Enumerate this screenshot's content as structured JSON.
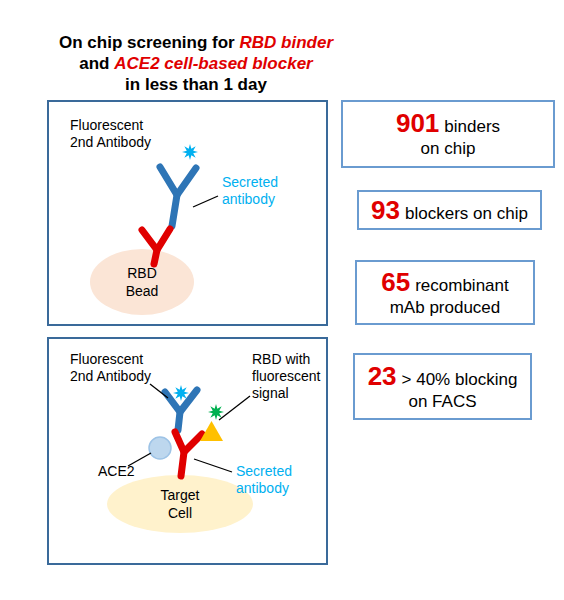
{
  "diagram": {
    "title": "On chip screening for RBD binder and ACE2 cell-based blocker in less than 1 day",
    "nodes": [
      {
        "text": [
          "Fluorescent 2nd Antibody",
          "Secreted antibody"
        ]
      },
      {
        "text": [
          "RBD Bead"
        ],
        "in": 0
      },
      {
        "text": [
          "Fluorescent 2nd Antibody",
          "RBD with fluorescent signal",
          "ACE2",
          "Secreted antibody"
        ]
      },
      {
        "text": [
          "Target Cell"
        ],
        "in": 2
      },
      {
        "text": [
          "901",
          "binders on chip"
        ]
      },
      {
        "text": [
          "93",
          "blockers on chip"
        ]
      },
      {
        "text": [
          "65",
          "recombinant mAb produced"
        ]
      },
      {
        "text": [
          "23",
          "> 40% blocking on FACS"
        ]
      }
    ]
  }
}
